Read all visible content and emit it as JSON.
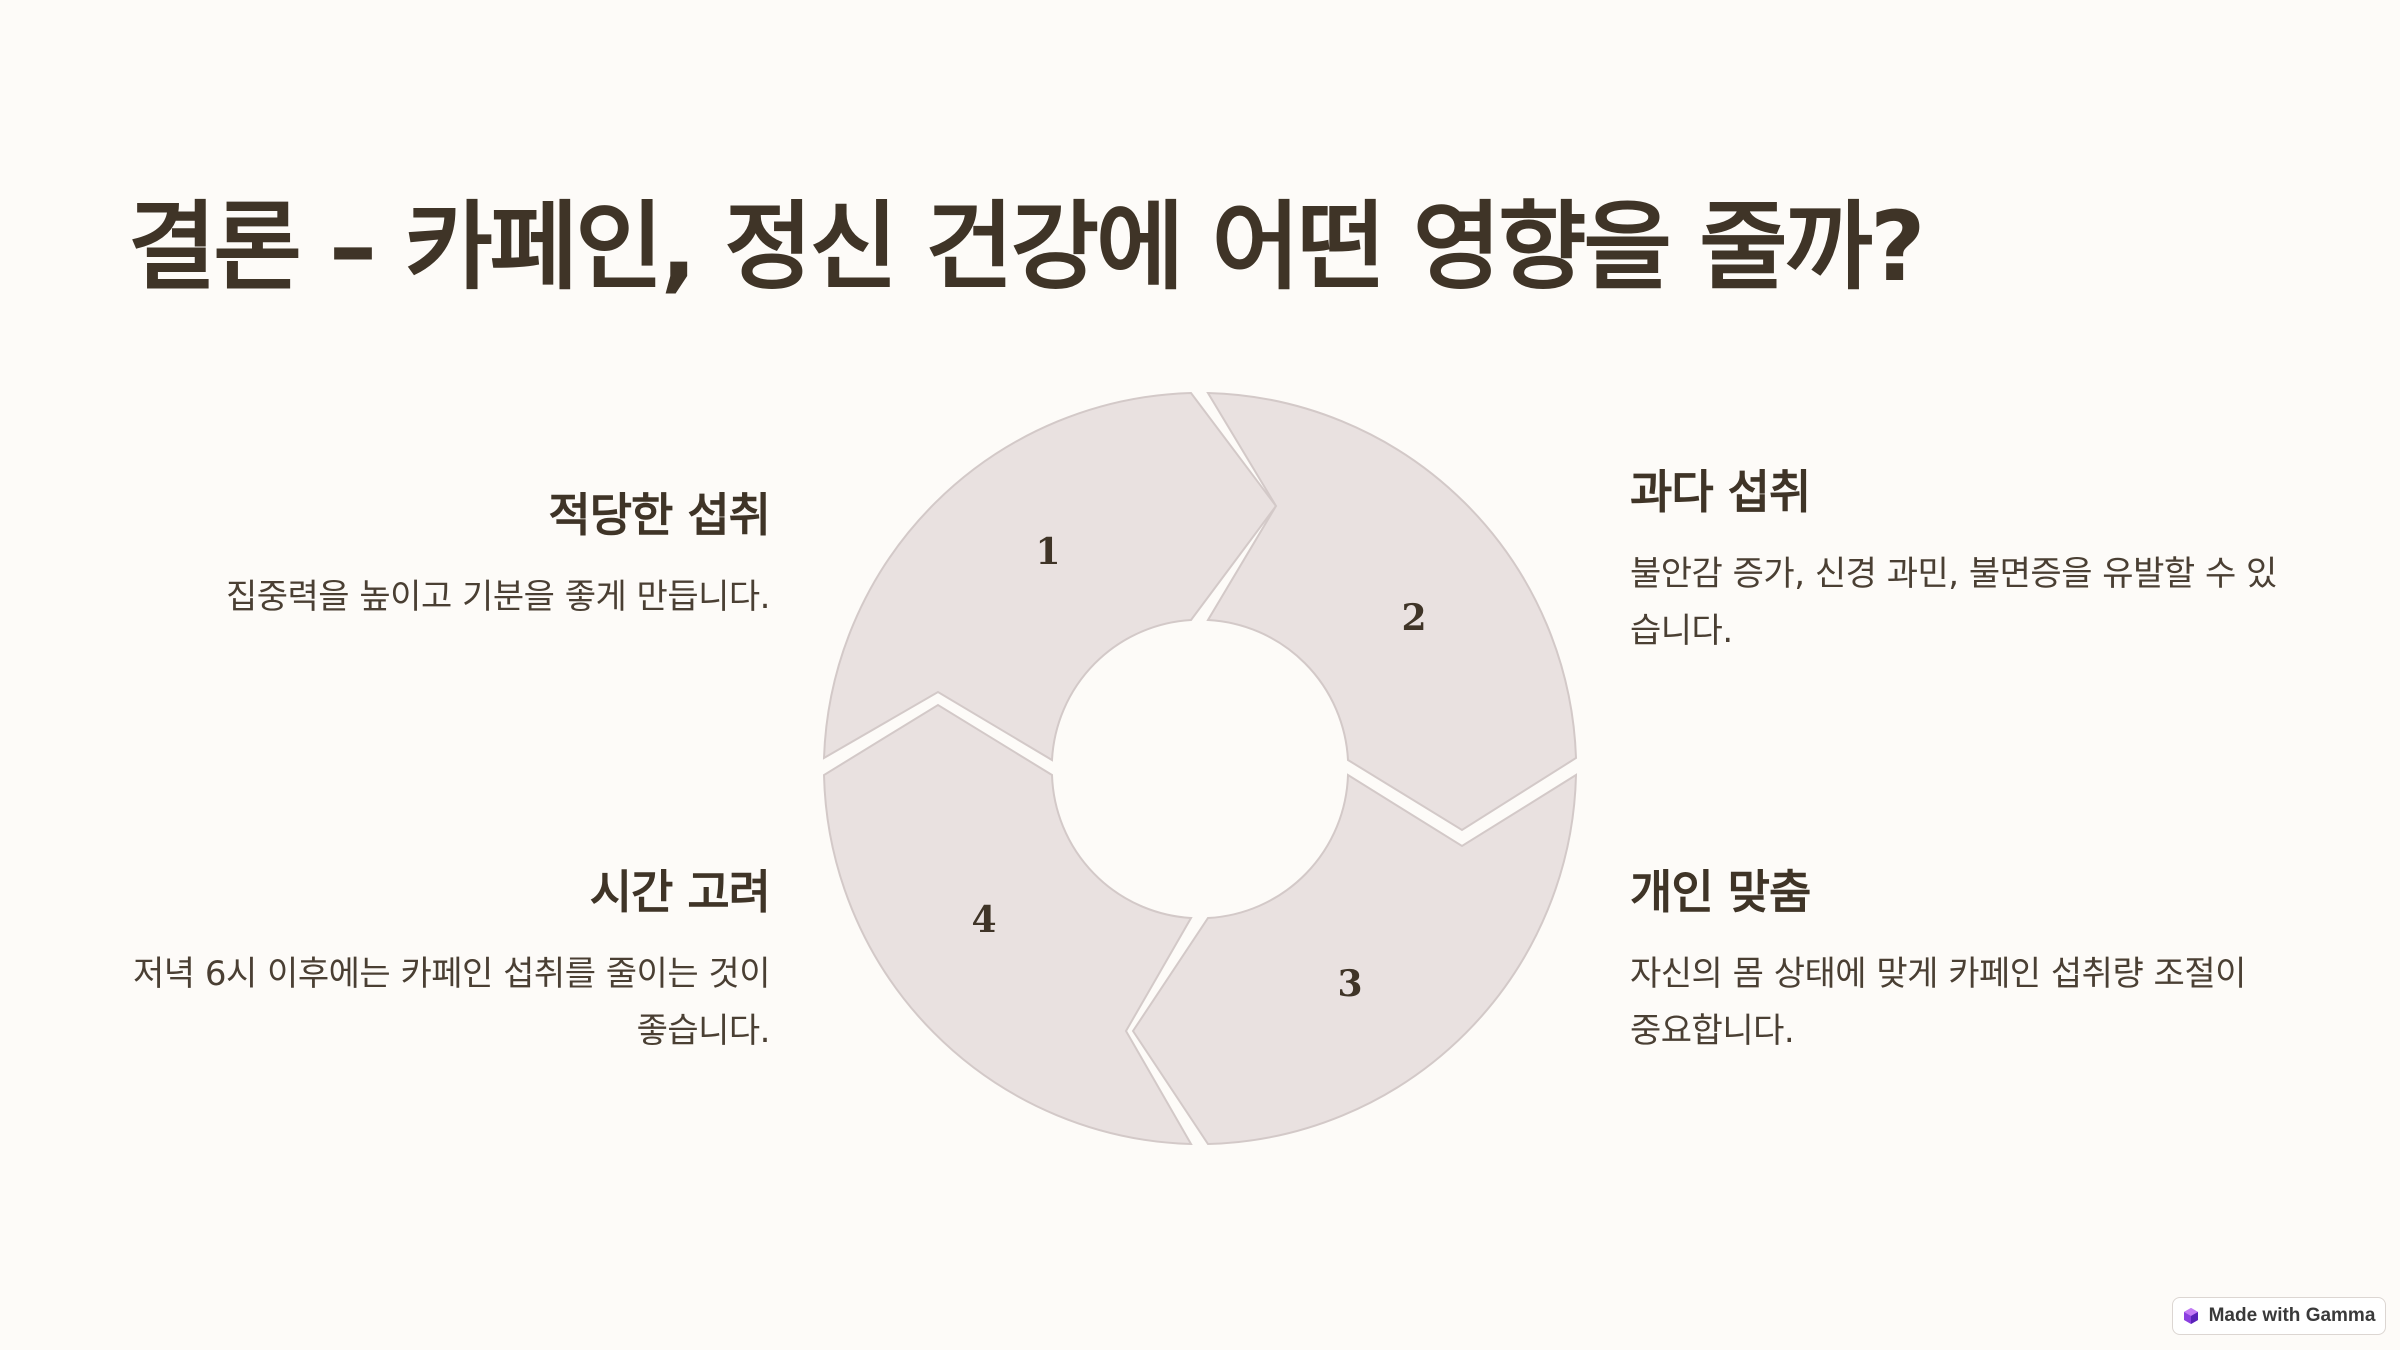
{
  "title": "결론 – 카페인, 정신 건강에 어떤 영향을 줄까?",
  "steps": [
    {
      "number": "1",
      "heading": "적당한 섭취",
      "text": "집중력을 높이고 기분을 좋게 만듭니다."
    },
    {
      "number": "2",
      "heading": "과다 섭취",
      "text": "불안감 증가, 신경 과민, 불면증을 유발할 수 있습니다."
    },
    {
      "number": "3",
      "heading": "개인 맞춤",
      "text": "자신의 몸 상태에 맞게 카페인 섭취량 조절이 중요합니다."
    },
    {
      "number": "4",
      "heading": "시간 고려",
      "text": "저녁 6시 이후에는 카페인 섭취를 줄이는 것이 좋습니다."
    }
  ],
  "badge": {
    "label": "Made with Gamma",
    "icon": "gamma-logo-icon"
  },
  "colors": {
    "background": "#fdfbf8",
    "segment_fill": "#e9e1e0",
    "segment_stroke": "#d3c9c8",
    "text": "#3f3427"
  }
}
